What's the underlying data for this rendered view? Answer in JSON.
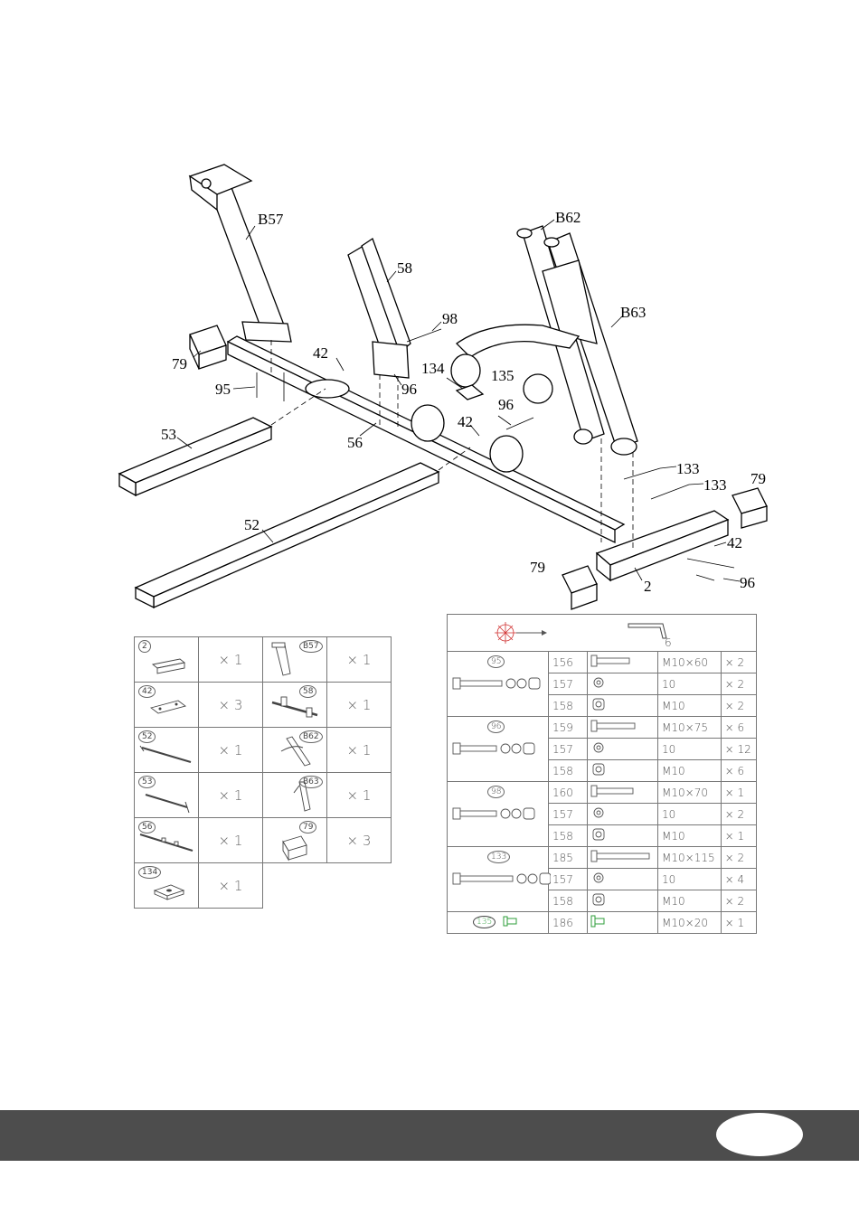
{
  "diagram": {
    "callouts": {
      "b57": "B57",
      "b62": "B62",
      "b63": "B63",
      "p58": "58",
      "p98": "98",
      "p42a": "42",
      "p79a": "79",
      "p95": "95",
      "p96a": "96",
      "p134": "134",
      "p135": "135",
      "p96b": "96",
      "p42b": "42",
      "p53": "53",
      "p56": "56",
      "p133a": "133",
      "p133b": "133",
      "p79b": "79",
      "p52": "52",
      "p42c": "42",
      "p79c": "79",
      "p2": "2",
      "p96c": "96"
    }
  },
  "parts_list": [
    [
      {
        "tag": "2",
        "qty": "× 1"
      },
      {
        "tag": "B57",
        "qty": "× 1"
      }
    ],
    [
      {
        "tag": "42",
        "qty": "× 3"
      },
      {
        "tag": "58",
        "qty": "× 1"
      }
    ],
    [
      {
        "tag": "52",
        "qty": "× 1"
      },
      {
        "tag": "B62",
        "qty": "× 1"
      }
    ],
    [
      {
        "tag": "53",
        "qty": "× 1"
      },
      {
        "tag": "B63",
        "qty": "× 1"
      }
    ],
    [
      {
        "tag": "56",
        "qty": "× 1"
      },
      {
        "tag": "79",
        "qty": "× 3"
      }
    ],
    [
      {
        "tag": "134",
        "qty": "× 1"
      }
    ]
  ],
  "hardware": {
    "tool_label": "6",
    "groups": [
      {
        "tag": "95",
        "rows": [
          {
            "num": "156",
            "spec": "M10×60",
            "qty": "× 2"
          },
          {
            "num": "157",
            "spec": "10",
            "qty": "× 2"
          },
          {
            "num": "158",
            "spec": "M10",
            "qty": "× 2"
          }
        ]
      },
      {
        "tag": "96",
        "rows": [
          {
            "num": "159",
            "spec": "M10×75",
            "qty": "× 6"
          },
          {
            "num": "157",
            "spec": "10",
            "qty": "× 12"
          },
          {
            "num": "158",
            "spec": "M10",
            "qty": "× 6"
          }
        ]
      },
      {
        "tag": "98",
        "rows": [
          {
            "num": "160",
            "spec": "M10×70",
            "qty": "× 1"
          },
          {
            "num": "157",
            "spec": "10",
            "qty": "× 2"
          },
          {
            "num": "158",
            "spec": "M10",
            "qty": "× 1"
          }
        ]
      },
      {
        "tag": "133",
        "rows": [
          {
            "num": "185",
            "spec": "M10×115",
            "qty": "× 2"
          },
          {
            "num": "157",
            "spec": "10",
            "qty": "× 4"
          },
          {
            "num": "158",
            "spec": "M10",
            "qty": "× 2"
          }
        ]
      },
      {
        "tag": "135",
        "rows": [
          {
            "num": "186",
            "spec": "M10×20",
            "qty": "× 1"
          }
        ]
      }
    ]
  },
  "colors": {
    "footer": "#4d4d4d",
    "accent_green": "#2e9e3a",
    "accent_red": "#d03030"
  }
}
